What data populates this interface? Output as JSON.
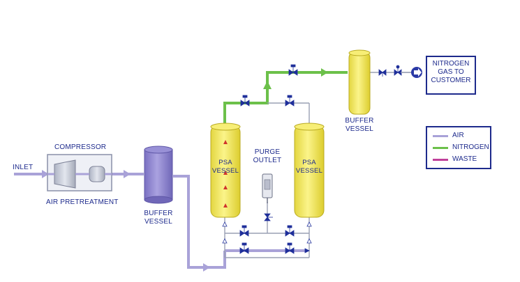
{
  "labels": {
    "inlet": "INLET",
    "compressor": "COMPRESSOR",
    "air_pretreatment": "AIR PRETREATMENT",
    "buffer_vessel_left": [
      "BUFFER",
      "VESSEL"
    ],
    "psa_vessel_left": [
      "PSA",
      "VESSEL"
    ],
    "psa_vessel_right": [
      "PSA",
      "VESSEL"
    ],
    "purge_outlet": [
      "PURGE",
      "OUTLET"
    ],
    "buffer_vessel_right": [
      "BUFFER",
      "VESSEL"
    ],
    "customer": [
      "NITROGEN",
      "GAS TO",
      "CUSTOMER"
    ]
  },
  "legend": [
    {
      "label": "AIR",
      "color": "#a9a2d8"
    },
    {
      "label": "NITROGEN",
      "color": "#6cc04a"
    },
    {
      "label": "WASTE",
      "color": "#c0409a"
    }
  ],
  "colors": {
    "air_line": "#a9a2d8",
    "nitrogen_line": "#6cc04a",
    "vessel_fill": "#f4ec57",
    "buffer_fill": "#8f85cf",
    "text": "#1d2a8c",
    "valve": "#1f2f9a"
  }
}
